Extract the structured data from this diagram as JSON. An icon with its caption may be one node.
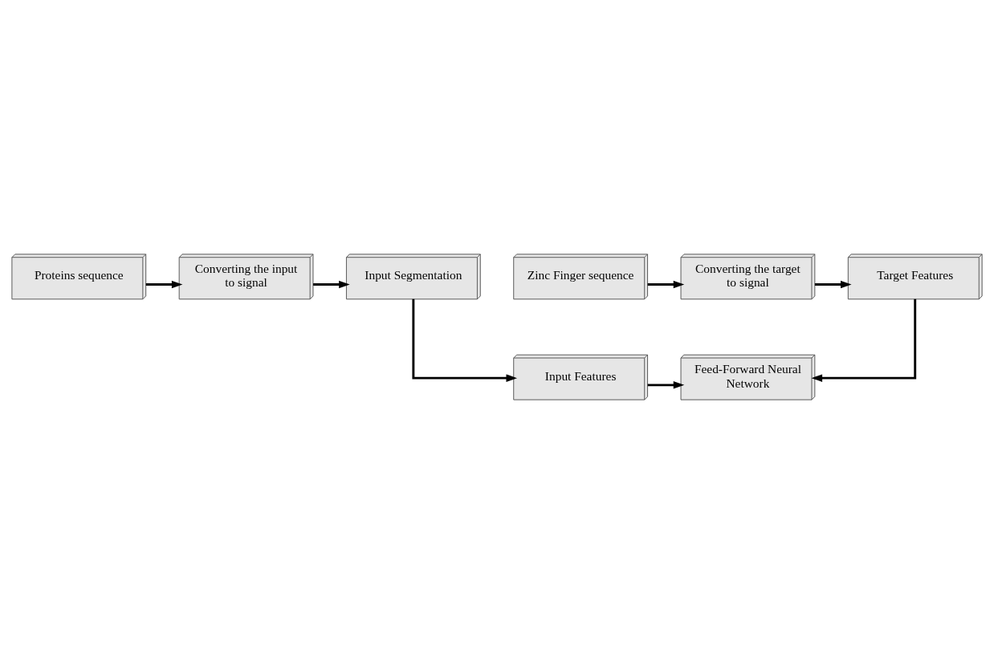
{
  "diagram": {
    "nodes": [
      {
        "text": [
          "Proteins sequence"
        ]
      },
      {
        "text": [
          "Converting the input to signal"
        ]
      },
      {
        "text": [
          "Input Segmentation"
        ]
      },
      {
        "text": [
          "Zinc Finger sequence"
        ]
      },
      {
        "text": [
          "Converting the target to signal"
        ]
      },
      {
        "text": [
          "Target Features"
        ]
      },
      {
        "text": [
          "Feed-Forward Neural Network"
        ]
      },
      {
        "text": [
          "Input Features"
        ]
      }
    ],
    "edges": [
      {
        "from": 0,
        "to": 1,
        "arrow": "to"
      },
      {
        "from": 1,
        "to": 2,
        "arrow": "to"
      },
      {
        "from": 2,
        "to": 7,
        "arrow": "to"
      },
      {
        "from": 3,
        "to": 4,
        "arrow": "to"
      },
      {
        "from": 4,
        "to": 5,
        "arrow": "to"
      },
      {
        "from": 5,
        "to": 6,
        "arrow": "to"
      },
      {
        "from": 7,
        "to": 6,
        "arrow": "to"
      }
    ]
  }
}
